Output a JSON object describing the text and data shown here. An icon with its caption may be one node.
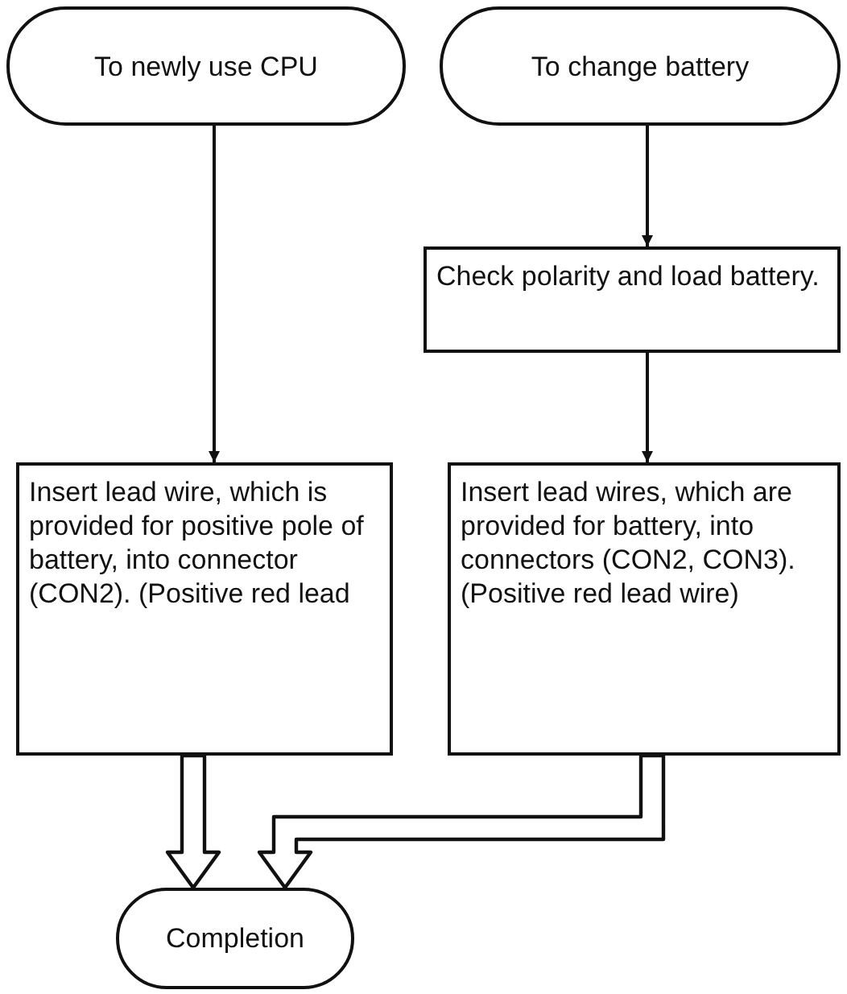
{
  "diagram": {
    "nodes": [
      {
        "text": [
          "To newly use CPU"
        ]
      },
      {
        "text": [
          "To change battery"
        ]
      },
      {
        "text": [
          "Check polarity and load battery."
        ]
      },
      {
        "text": [
          "Insert lead wire, which is provided for positive pole of battery, into connector (CON2). (Positive red lead"
        ]
      },
      {
        "text": [
          "Insert lead wires, which are provided for battery, into connectors (CON2, CON3). (Positive red lead wire)"
        ]
      },
      {
        "text": [
          "Completion"
        ]
      }
    ],
    "edges": [
      {
        "from": 0,
        "to": 3,
        "arrow": "to"
      },
      {
        "from": 1,
        "to": 2,
        "arrow": "to"
      },
      {
        "from": 2,
        "to": 4,
        "arrow": "to"
      },
      {
        "from": 3,
        "to": 5,
        "arrow": "to",
        "style": "thick"
      },
      {
        "from": 4,
        "to": 5,
        "arrow": "to",
        "style": "thick"
      }
    ]
  }
}
